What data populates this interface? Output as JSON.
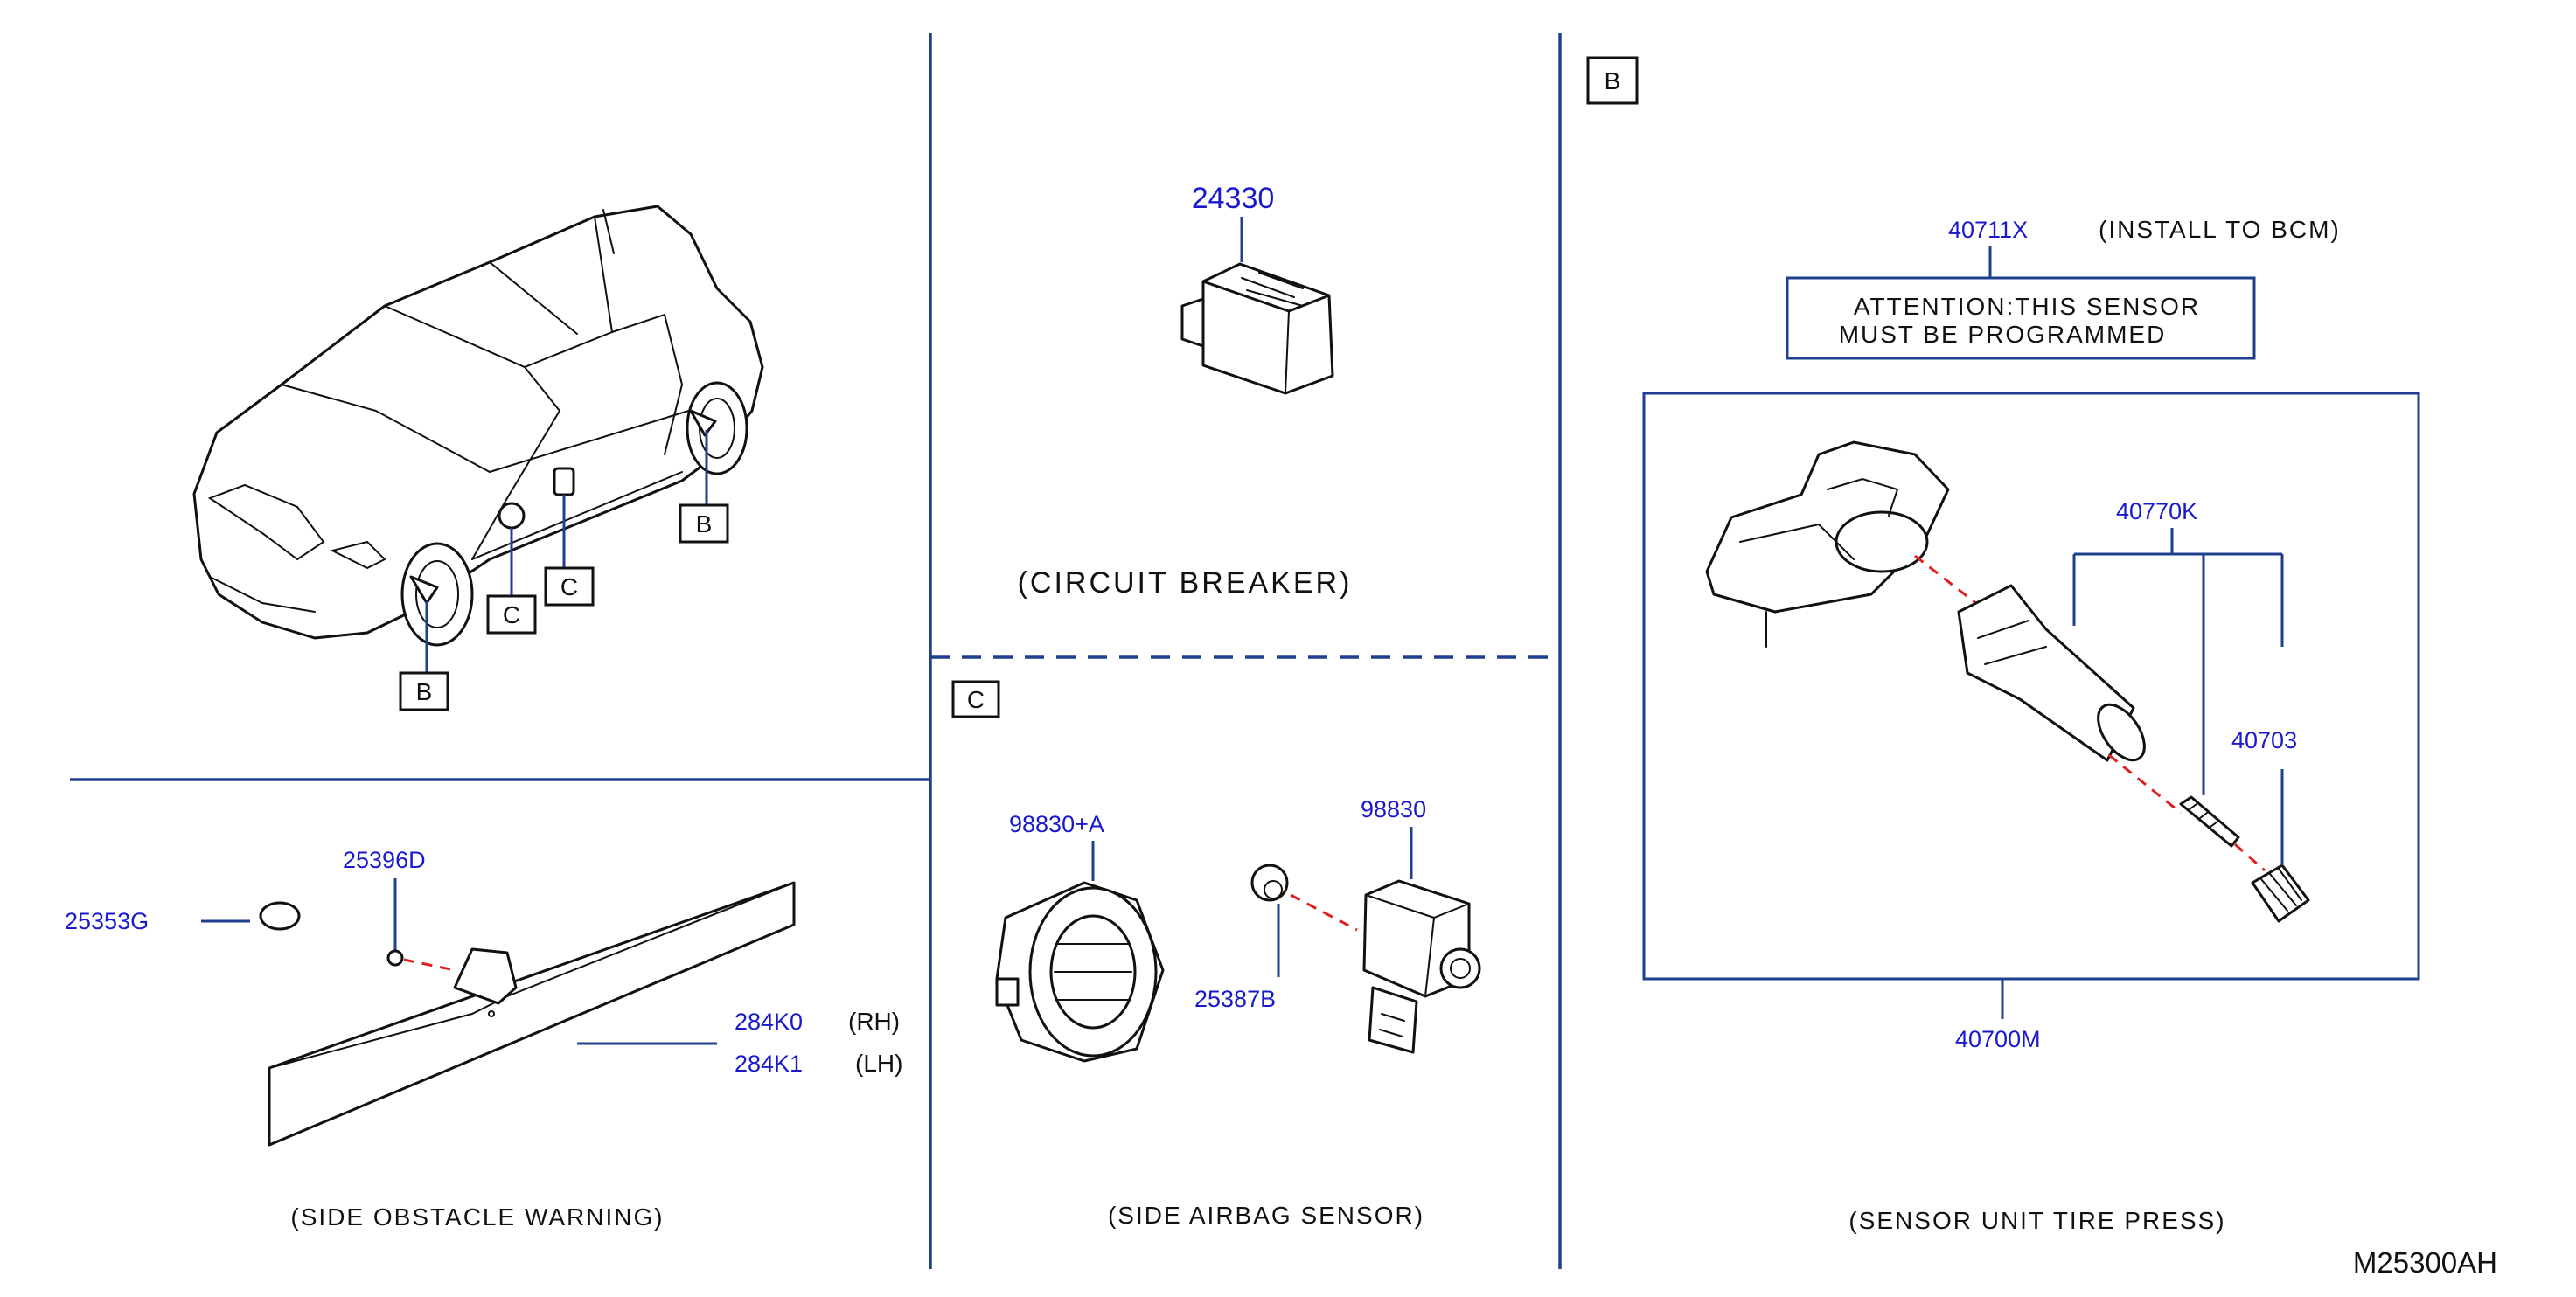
{
  "panels": {
    "circuit_breaker": {
      "part": "24330",
      "caption": "(CIRCUIT   BREAKER)"
    },
    "side_obstacle": {
      "parts": {
        "p1": "25353G",
        "p2": "25396D",
        "p3": "284K0",
        "p4": "284K1"
      },
      "sides": {
        "rh": "(RH)",
        "lh": "(LH)"
      },
      "caption": "(SIDE   OBSTACLE   WARNING)"
    },
    "side_airbag": {
      "tag": "C",
      "parts": {
        "p1": "98830+A",
        "p2": "98830",
        "p3": "25387B"
      },
      "caption": "(SIDE   AIRBAG   SENSOR)"
    },
    "tire_pressure": {
      "tag": "B",
      "parts": {
        "bcm": "40711X",
        "unit": "40770K",
        "cap": "40703",
        "assy": "40700M"
      },
      "install_note": "(INSTALL   TO   BCM)",
      "attention": {
        "line1": "ATTENTION:THIS   SENSOR",
        "line2": "MUST   BE   PROGRAMMED"
      },
      "caption": "(SENSOR   UNIT   TIRE   PRESS)"
    },
    "vehicle_callouts": {
      "b": "B",
      "c": "C"
    }
  },
  "diagram_code": "M25300AH",
  "colors": {
    "part_number": "#1a1acc",
    "leader_line": "#1f3f8f",
    "dashed_guide": "#e02020"
  }
}
